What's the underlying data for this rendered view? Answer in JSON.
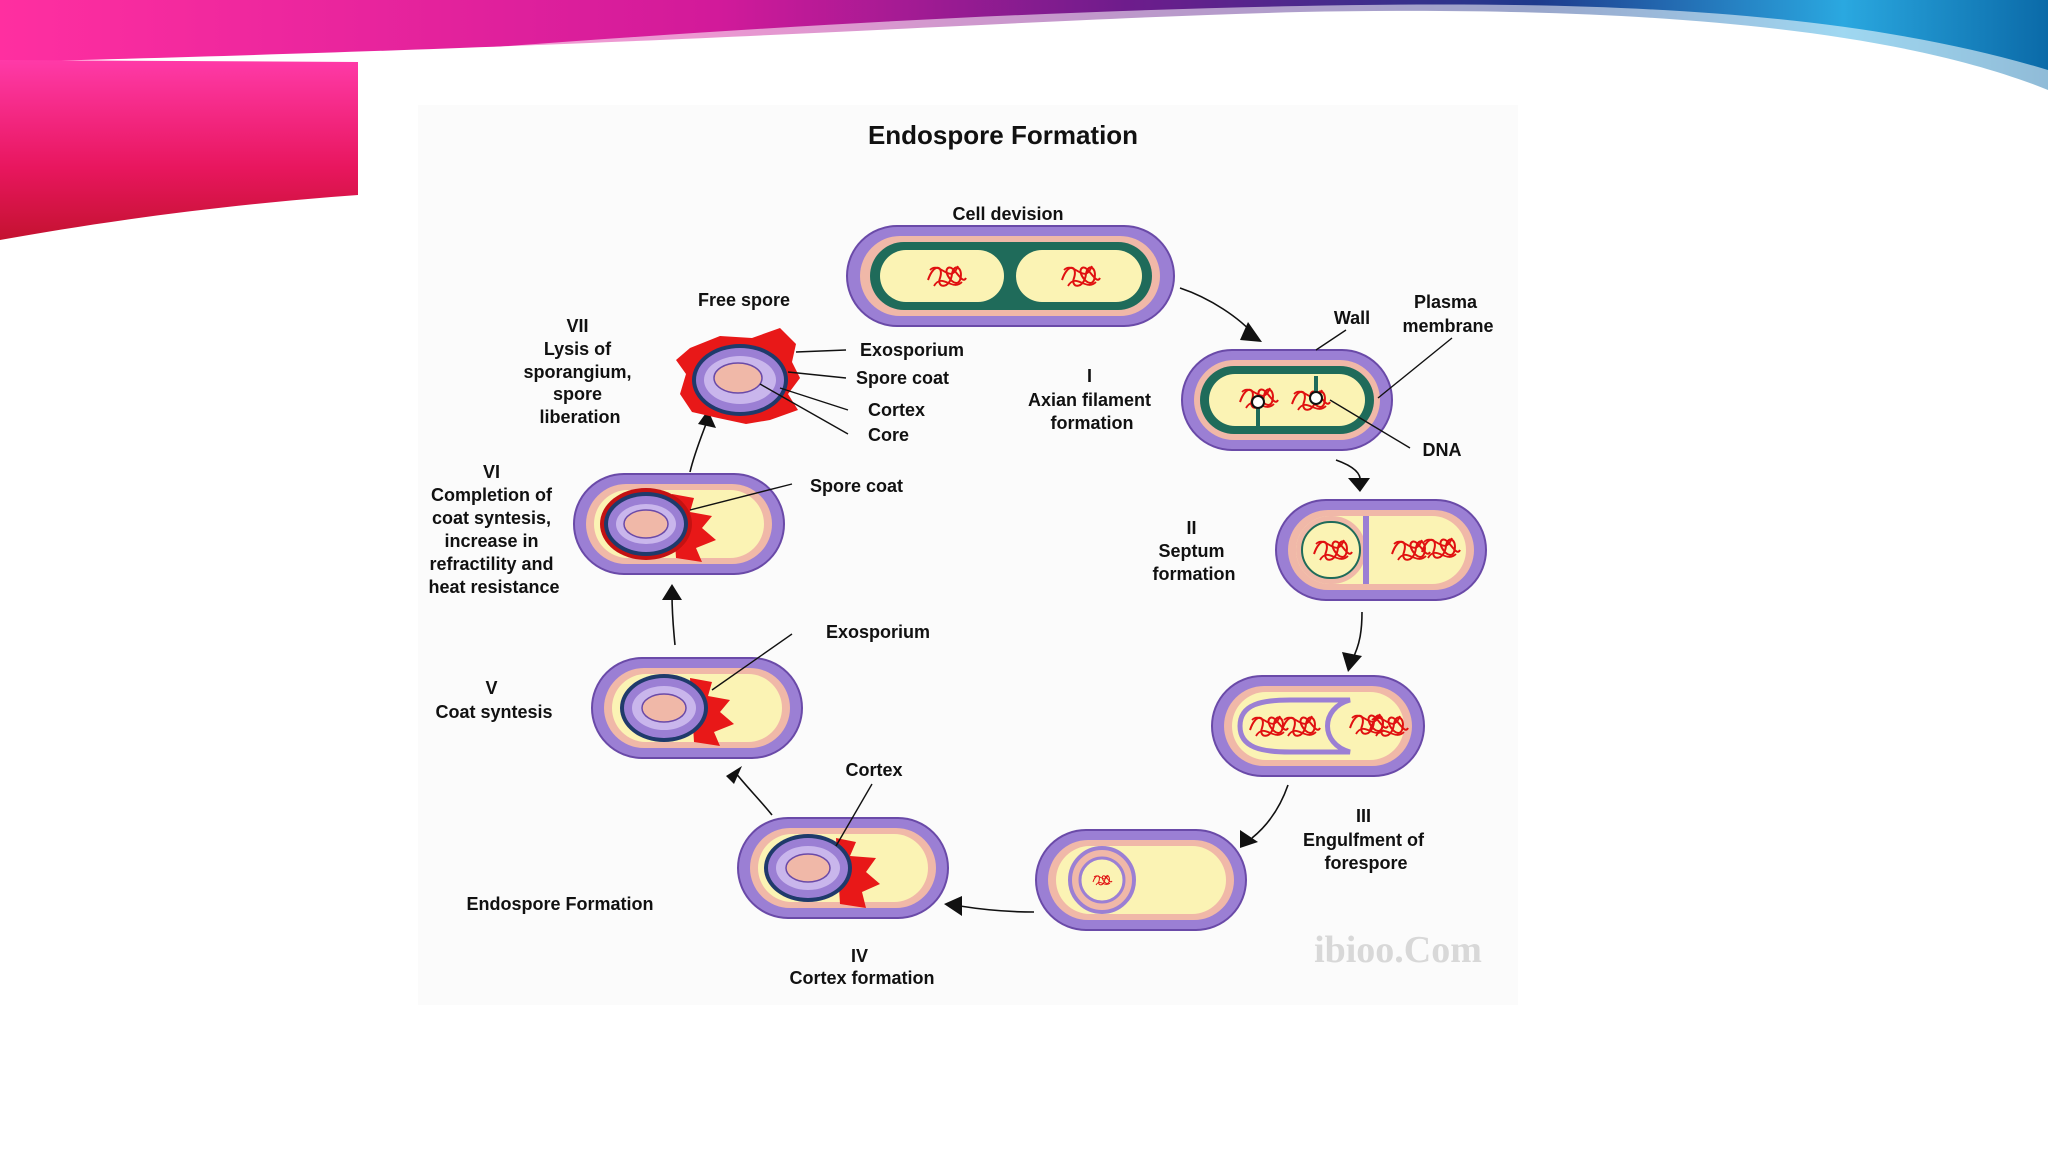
{
  "title": "Endospore Formation",
  "labels": {
    "cell_division": "Cell devision",
    "stage1": [
      "I",
      "Axian filament",
      "formation"
    ],
    "wall": "Wall",
    "plasma_membrane": [
      "Plasma",
      "membrane"
    ],
    "dna": "DNA",
    "stage2": [
      "II",
      "Septum",
      "formation"
    ],
    "stage3": [
      "III",
      "Engulfment of",
      "forespore"
    ],
    "stage4": [
      "IV",
      "Cortex formation"
    ],
    "cortex_iv": "Cortex",
    "stage5": [
      "V",
      "Coat syntesis"
    ],
    "exosporium_v": "Exosporium",
    "stage6": [
      "VI",
      "Completion of",
      "coat syntesis,",
      "increase in",
      "refractility and",
      "heat resistance"
    ],
    "spore_coat_vi": "Spore coat",
    "free_spore": "Free spore",
    "stage7": [
      "VII",
      "Lysis of",
      "sporangium,",
      "spore",
      "liberation"
    ],
    "exosporium_fs": "Exosporium",
    "spore_coat_fs": "Spore coat",
    "cortex_fs": "Cortex",
    "core_fs": "Core",
    "footer_label": "Endospore Formation",
    "watermark": "ibioo.Com"
  },
  "colors": {
    "purple_outer": "#9b7fd4",
    "membrane_teal": "#1f6b5a",
    "cytoplasm": "#fbf3b4",
    "spore_pink": "#f0b8a8",
    "spore_red": "#e81818",
    "dna_red": "#e01010",
    "banner_magenta": "#e8168a",
    "banner_blue": "#1ea0d8"
  }
}
